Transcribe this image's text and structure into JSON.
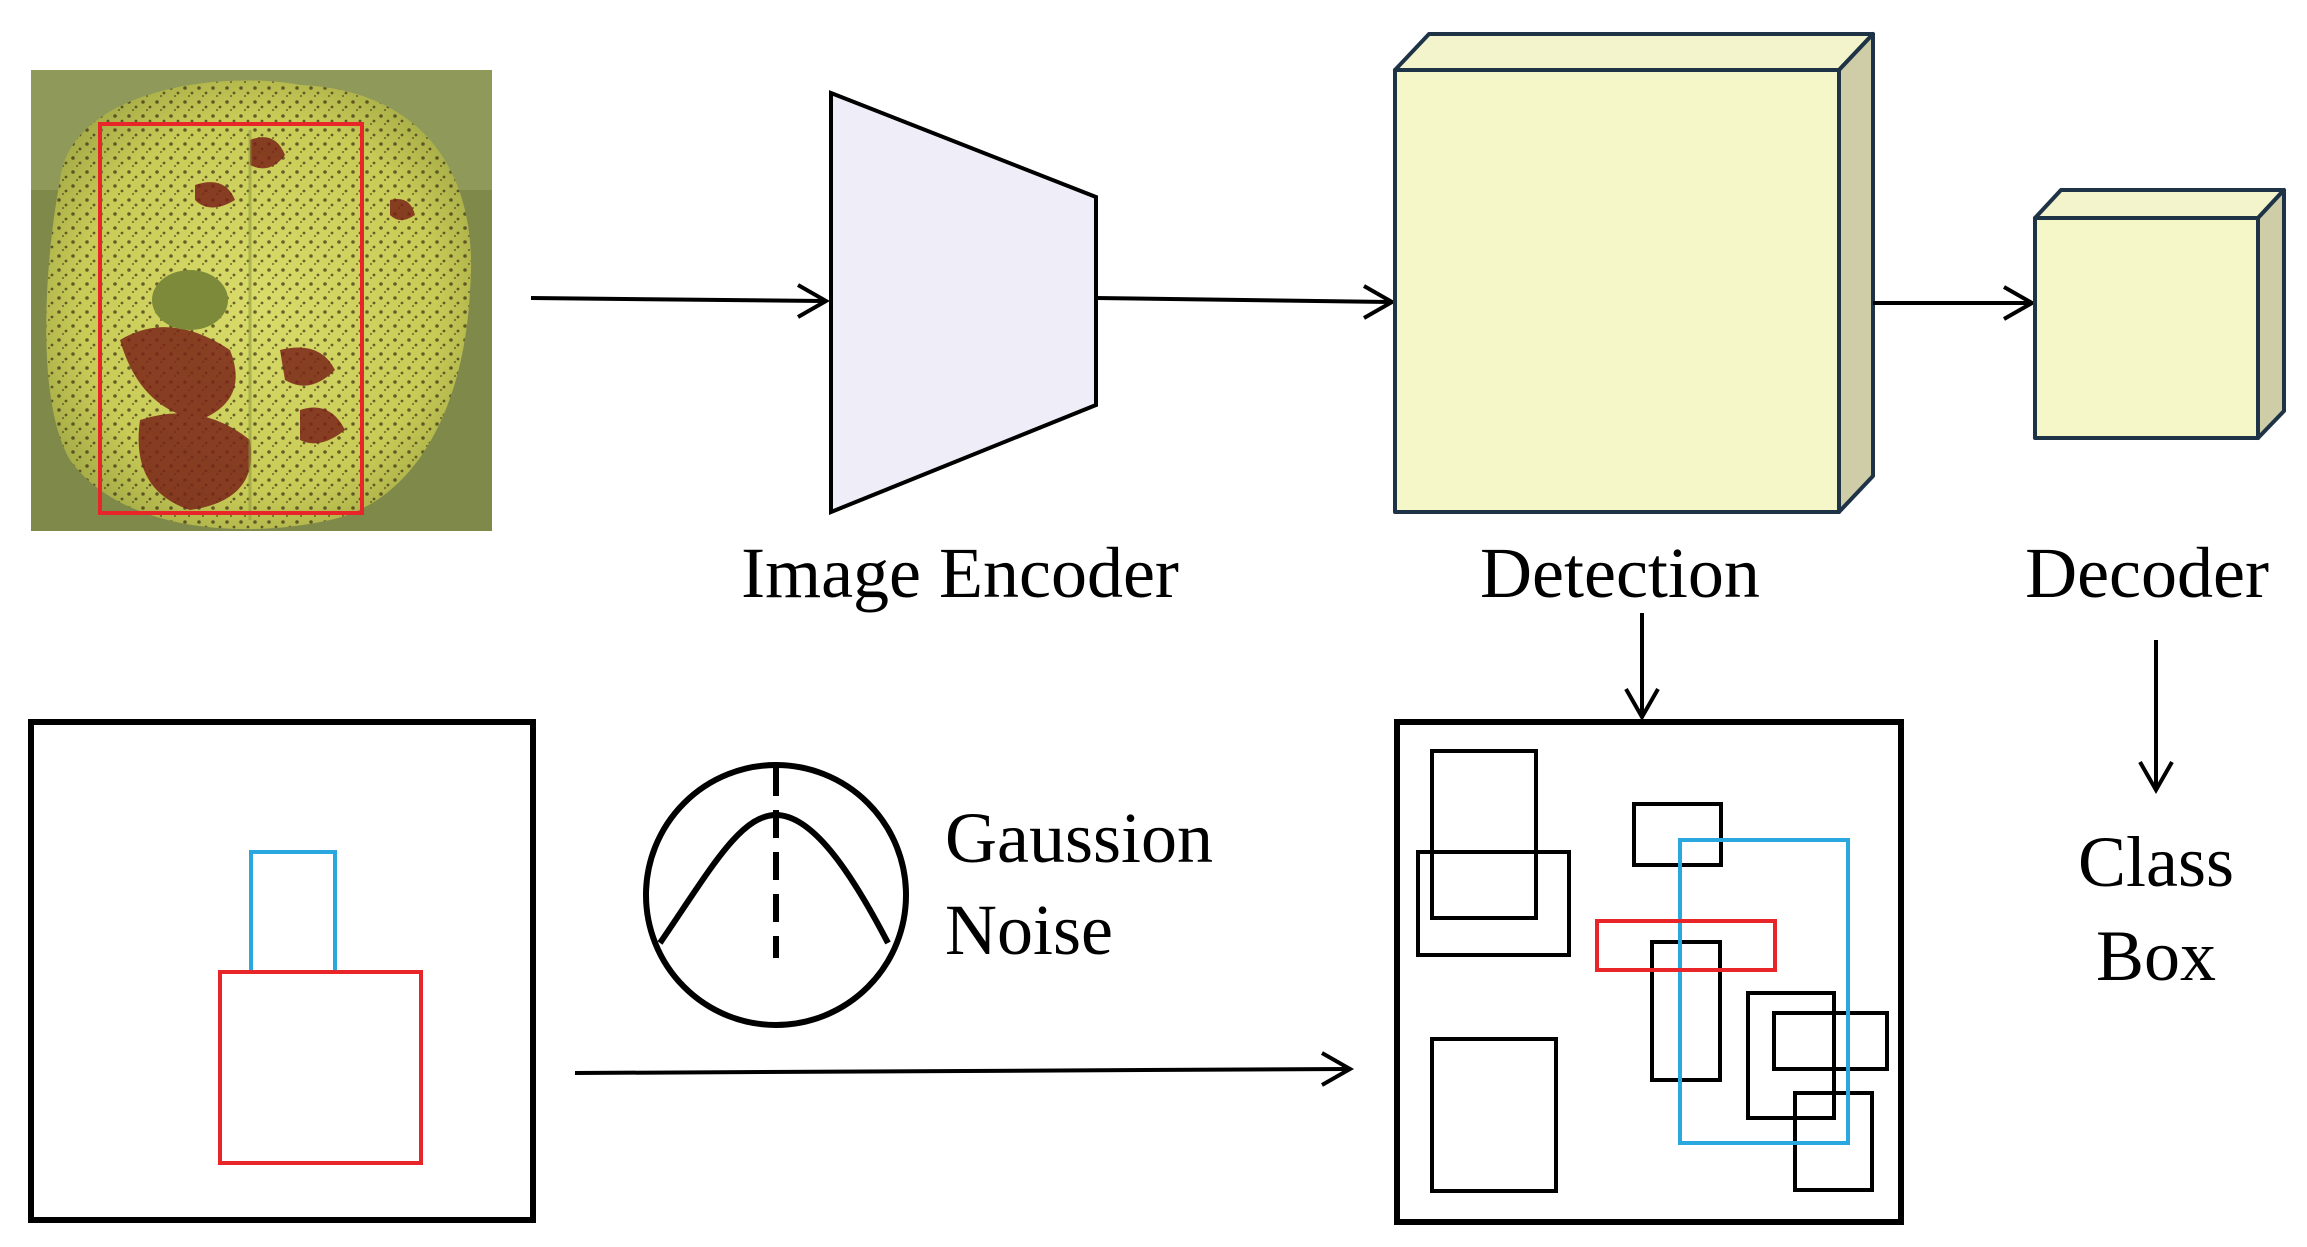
{
  "labels": {
    "image_encoder": "Image Encoder",
    "detection": "Detection",
    "decoder": "Decoder",
    "gaussian_line1": "Gaussion",
    "gaussian_line2": "Noise",
    "output_line1": "Class",
    "output_line2": "Box"
  },
  "colors": {
    "encoder_fill": "#efeef8",
    "cube_face": "#f6f7c9",
    "cube_top": "#f3f3cc",
    "cube_side": "#cfcda8",
    "cube_edge": "#1f3347",
    "red_box": "#e8262a",
    "blue_box": "#2aa7df",
    "black": "#000000"
  }
}
